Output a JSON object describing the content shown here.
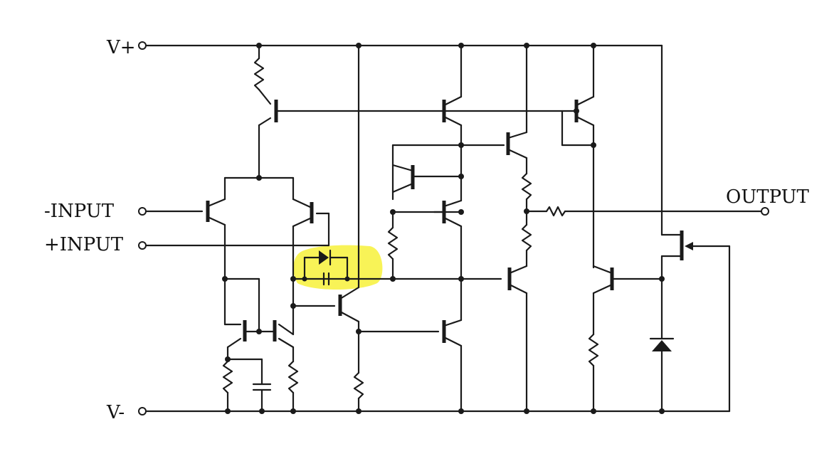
{
  "labels": {
    "vplus": "V+",
    "vminus": "V-",
    "minus_input": "-INPUT",
    "plus_input": "+INPUT",
    "output": "OUTPUT"
  },
  "colors": {
    "ink": "#1a1a1a",
    "highlight": "#f7f13a",
    "background": "#ffffff"
  }
}
